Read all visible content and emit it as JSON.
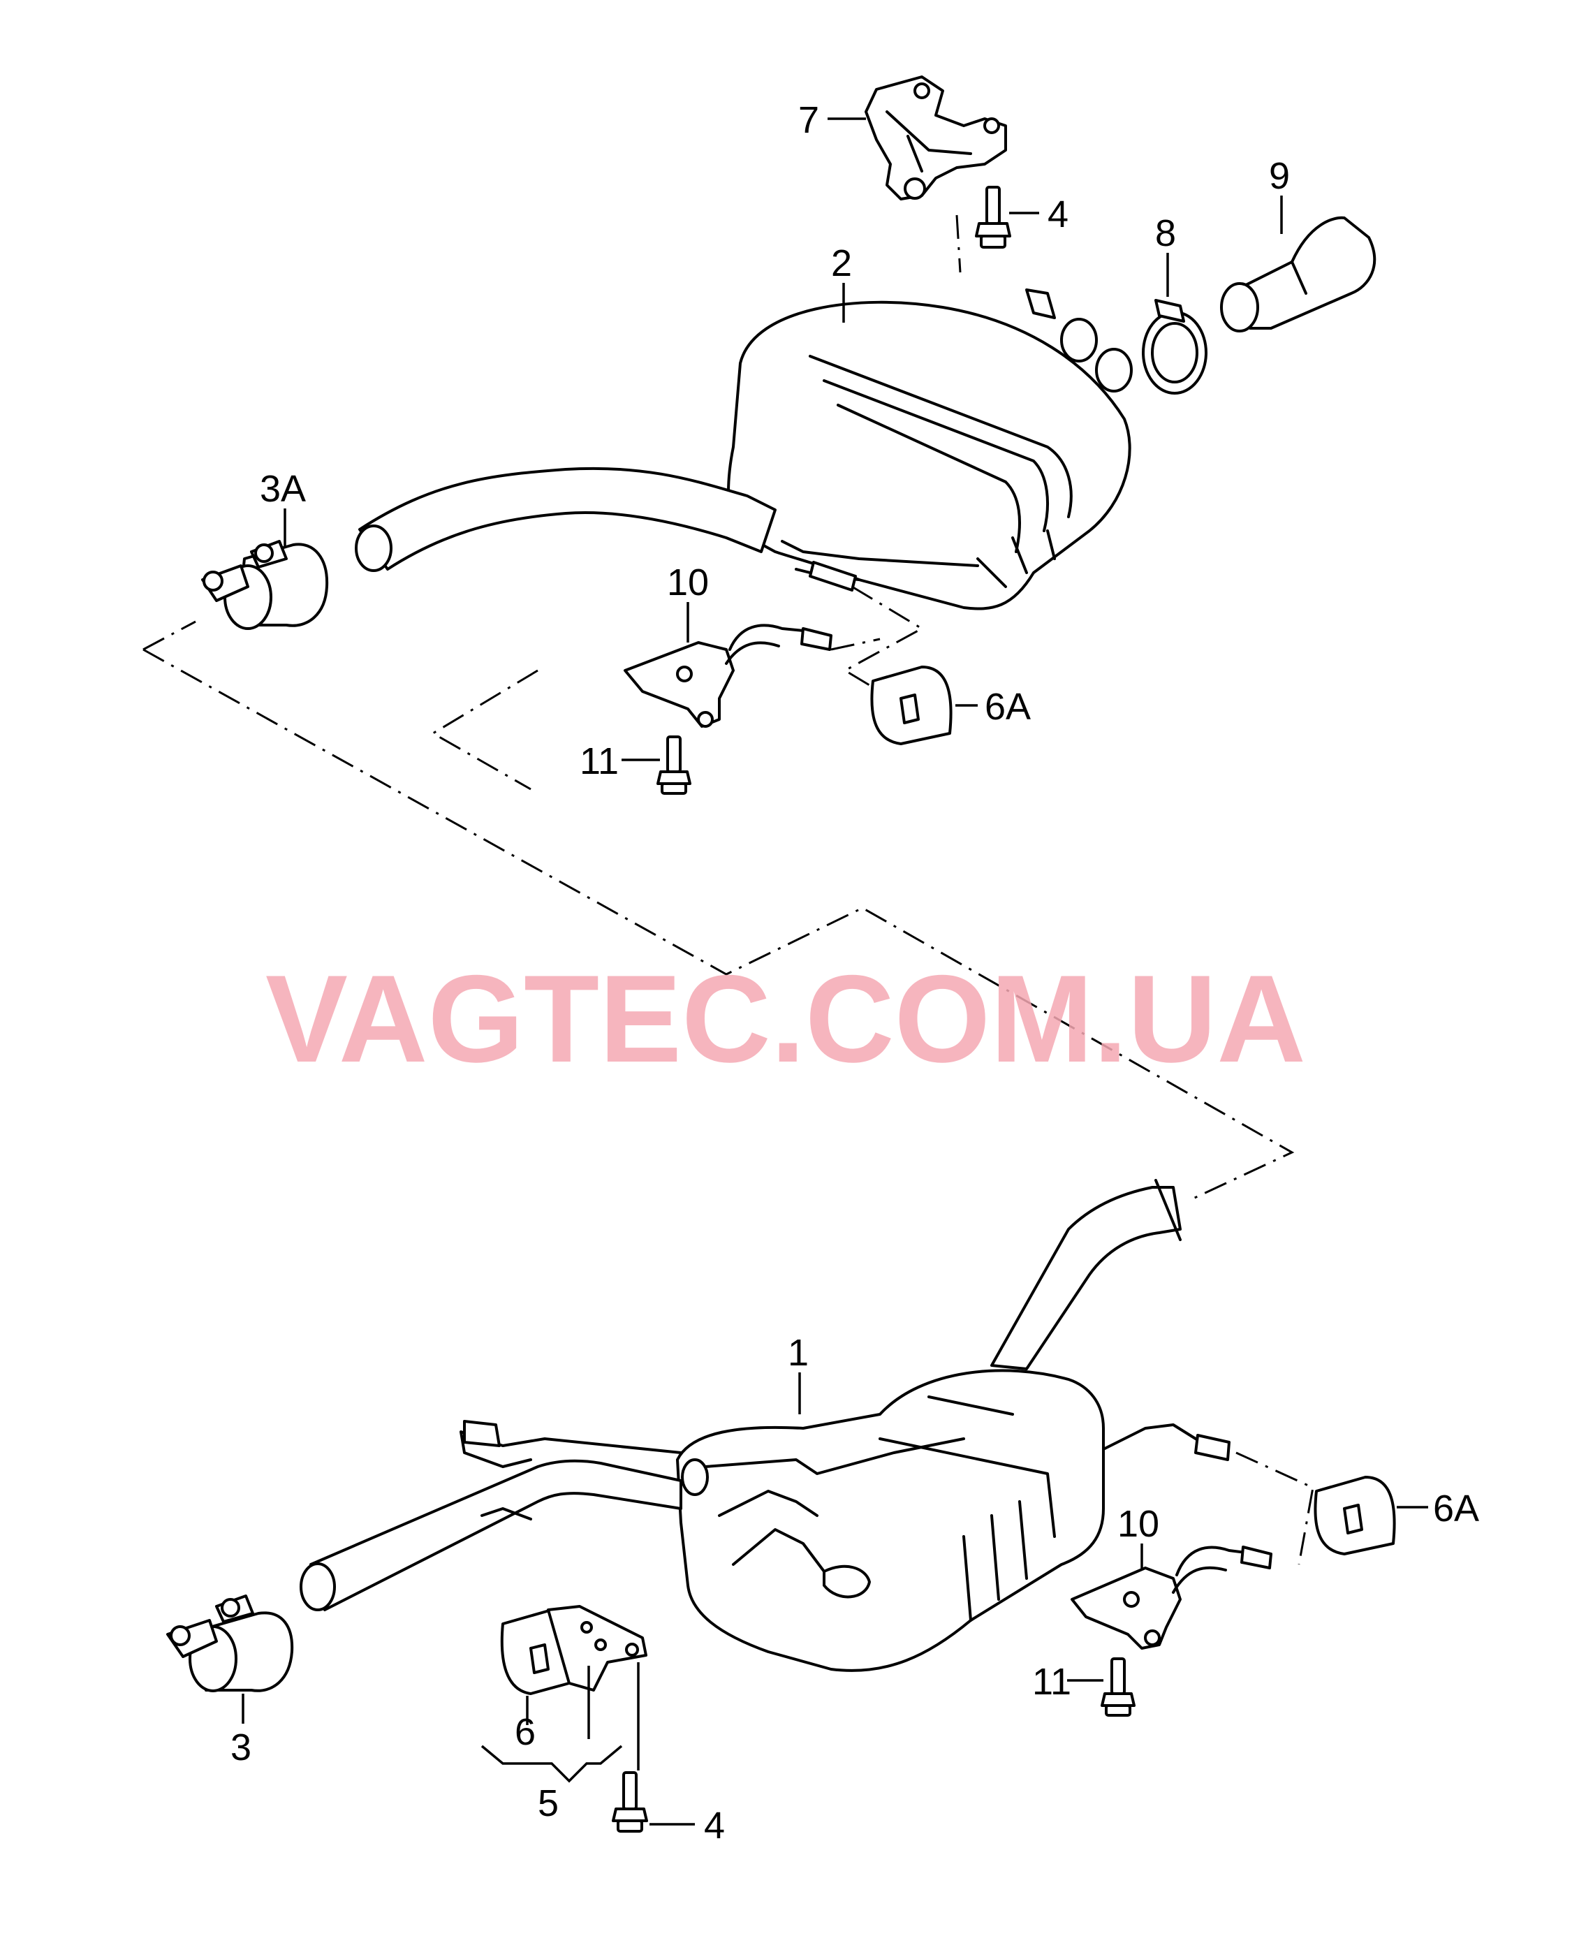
{
  "callouts": {
    "c1": "1",
    "c2": "2",
    "c3": "3",
    "c3a": "3A",
    "c4_top": "4",
    "c4_bottom": "4",
    "c5": "5",
    "c6": "6",
    "c6a_top": "6A",
    "c6a_bottom": "6A",
    "c7": "7",
    "c8": "8",
    "c9": "9",
    "c10_top": "10",
    "c10_bottom": "10",
    "c11_top": "11",
    "c11_bottom": "11"
  },
  "watermark": "VAGTEC.COM.UA"
}
